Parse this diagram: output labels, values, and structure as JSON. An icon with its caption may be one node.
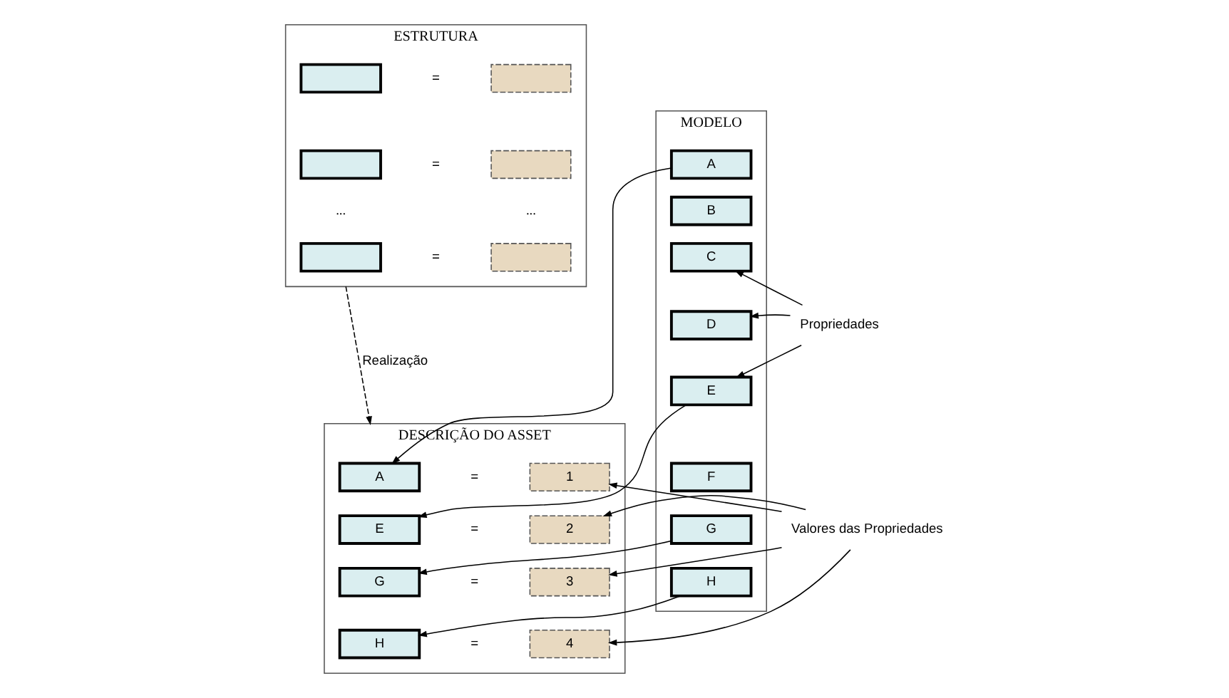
{
  "diagram": {
    "nodes": [
      {
        "text": [
          "MODELO"
        ]
      },
      {
        "text": [
          "A"
        ],
        "in": 0
      },
      {
        "text": [
          "B"
        ],
        "in": 0
      },
      {
        "text": [
          "C"
        ],
        "in": 0
      },
      {
        "text": [
          "D"
        ],
        "in": 0
      },
      {
        "text": [
          "E"
        ],
        "in": 0
      },
      {
        "text": [
          "F"
        ],
        "in": 0
      },
      {
        "text": [
          "G"
        ],
        "in": 0
      },
      {
        "text": [
          "H"
        ],
        "in": 0
      },
      {
        "text": [
          "ESTRUTURA"
        ]
      },
      {
        "text": [],
        "shape": "box",
        "in": 9
      },
      {
        "text": [],
        "shape": "box",
        "in": 9
      },
      {
        "text": [],
        "shape": "box",
        "in": 9
      },
      {
        "text": [],
        "shape": "box",
        "in": 9
      },
      {
        "text": [],
        "shape": "box",
        "in": 9
      },
      {
        "text": [],
        "shape": "box",
        "in": 9
      },
      {
        "text": [
          "DESCRIÇÃO DO ASSET"
        ]
      },
      {
        "text": [
          "A"
        ],
        "in": 16
      },
      {
        "text": [
          "1"
        ],
        "in": 16
      },
      {
        "text": [
          "E"
        ],
        "in": 16
      },
      {
        "text": [
          "2"
        ],
        "in": 16
      },
      {
        "text": [
          "G"
        ],
        "in": 16
      },
      {
        "text": [
          "3"
        ],
        "in": 16
      },
      {
        "text": [
          "H"
        ],
        "in": 16
      },
      {
        "text": [
          "4"
        ],
        "in": 16
      },
      {
        "text": [
          "Propriedades"
        ]
      },
      {
        "text": [
          "Valores das Propriedades"
        ]
      }
    ],
    "edges": [
      {
        "from": 1,
        "to": 17,
        "arrow": "to"
      },
      {
        "from": 5,
        "to": 19,
        "arrow": "to"
      },
      {
        "from": 7,
        "to": 21,
        "arrow": "to"
      },
      {
        "from": 8,
        "to": 23,
        "arrow": "to"
      },
      {
        "from": 9,
        "to": 16,
        "arrow": "to",
        "label": "Realização",
        "style": "dashed"
      },
      {
        "from": 25,
        "to": 3,
        "arrow": "to"
      },
      {
        "from": 25,
        "to": 4,
        "arrow": "to"
      },
      {
        "from": 25,
        "to": 5,
        "arrow": "to"
      },
      {
        "from": 26,
        "to": 18,
        "arrow": "to"
      },
      {
        "from": 26,
        "to": 20,
        "arrow": "to"
      },
      {
        "from": 26,
        "to": 22,
        "arrow": "to"
      },
      {
        "from": 26,
        "to": 24,
        "arrow": "to"
      }
    ],
    "labels": [
      "=",
      "=",
      "...",
      "...",
      "=",
      "=",
      "=",
      "=",
      "="
    ]
  }
}
